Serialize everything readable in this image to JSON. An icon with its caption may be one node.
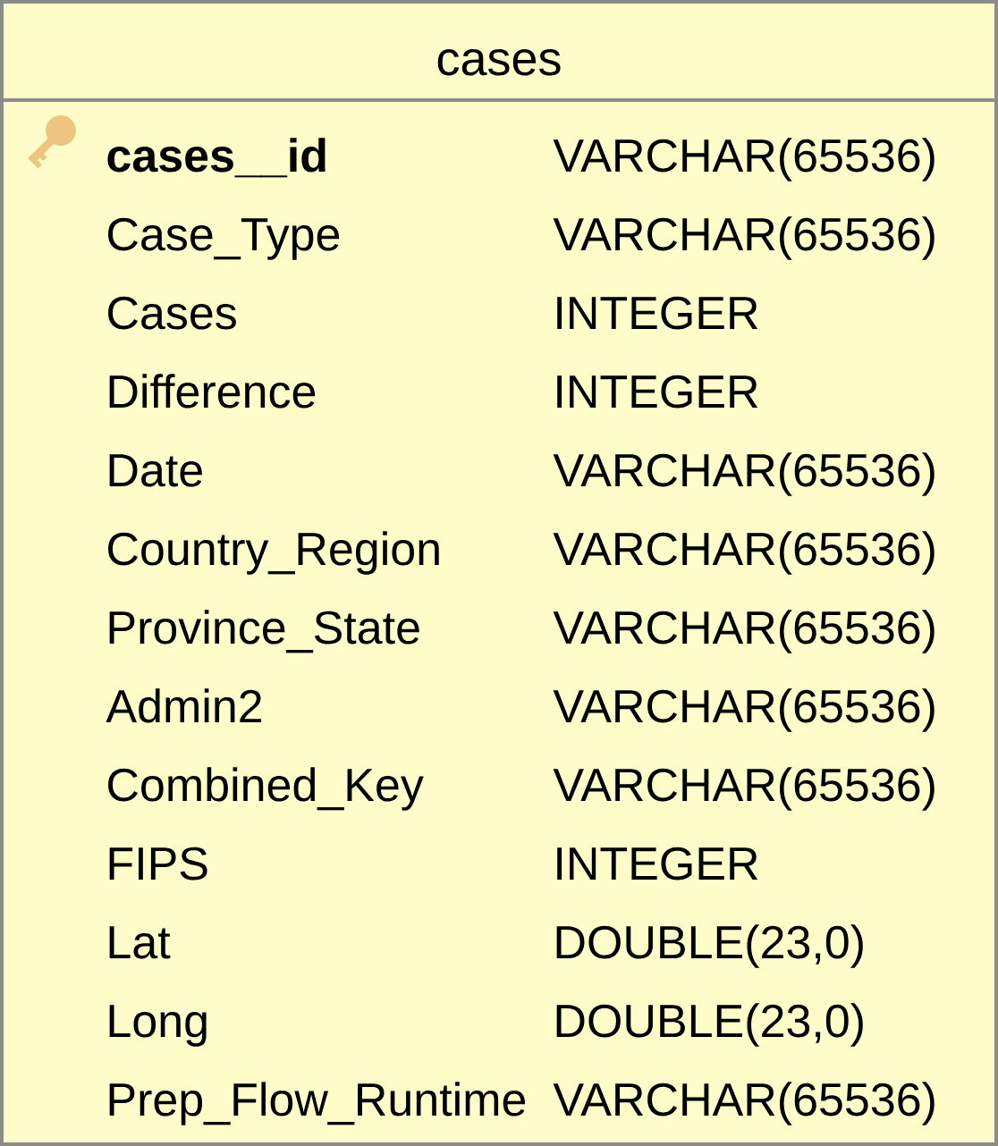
{
  "diagram": {
    "nodes": [
      {
        "text": [
          "cases"
        ]
      }
    ],
    "labels": [
      "cases__id",
      "VARCHAR(65536)",
      "Case_Type",
      "VARCHAR(65536)",
      "Cases",
      "INTEGER",
      "Difference",
      "INTEGER",
      "Date",
      "VARCHAR(65536)",
      "Country_Region",
      "VARCHAR(65536)",
      "Province_State",
      "VARCHAR(65536)",
      "Admin2",
      "VARCHAR(65536)",
      "Combined_Key",
      "VARCHAR(65536)",
      "FIPS",
      "INTEGER",
      "Lat",
      "DOUBLE(23,0)",
      "Long",
      "DOUBLE(23,0)",
      "Prep_Flow_Runtime",
      "VARCHAR(65536)"
    ]
  }
}
